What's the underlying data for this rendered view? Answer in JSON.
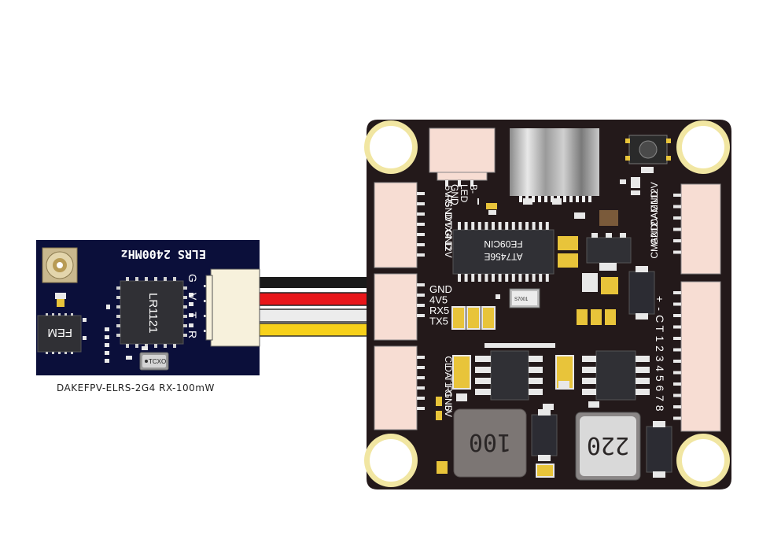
{
  "receiver": {
    "title": "ELRS 2400MHz",
    "chip": "LR1121",
    "fem": "FEM",
    "tcxo": "TCXO",
    "pins": [
      "G",
      "V",
      "T",
      "R"
    ],
    "caption": "DAKEFPV-ELRS-2G4 RX-100mW"
  },
  "fc": {
    "top_pads": [
      "B-",
      "LED",
      "GND"
    ],
    "left_top_pads": [
      "5V",
      "R5",
      "GND",
      "D/V",
      "TX4",
      "GND",
      "12V"
    ],
    "left_mid_pads": [
      "GND",
      "4V5",
      "RX5",
      "TX5"
    ],
    "left_bot_pads": [
      "CL",
      "DA",
      "T1",
      "R1",
      "GND",
      "5V"
    ],
    "right_top_pads": [
      "12V",
      "GND",
      "CAM1",
      "12V",
      "GND",
      "CMA2"
    ],
    "right_bot_pads": [
      "+",
      "-",
      "C",
      "T",
      "1",
      "2",
      "3",
      "4",
      "5",
      "6",
      "7",
      "8"
    ],
    "main_chip": [
      "AT7456E",
      "FE09CIN"
    ],
    "small_chip": "S7001",
    "inductor_left": "100",
    "inductor_right": "220"
  },
  "colors": {
    "pcb": "#23191a",
    "pcb_rx": "#0b0f3a",
    "gold": "#e8c43a",
    "wire_black": "#1a1a1a",
    "wire_red": "#e8161a",
    "wire_white": "#e9e9e9",
    "wire_yellow": "#f7d11a"
  }
}
